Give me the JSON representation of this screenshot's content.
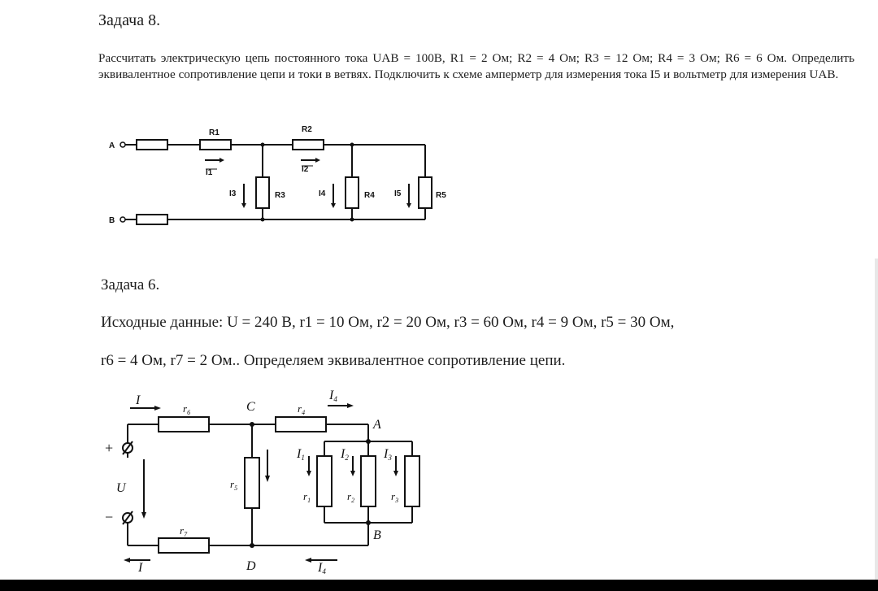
{
  "task8": {
    "title": "Задача 8.",
    "text": "Рассчитать электрическую цепь постоянного тока    UAB = 100В, R1 = 2 Ом; R2 = 4 Ом; R3 = 12 Ом; R4 = 3 Ом; R6 = 6 Ом. Определить эквивалентное сопротивление цепи и токи в ветвях. Подключить к схеме амперметр для измерения тока I5 и  вольтметр для измерения UAB.",
    "circuit": {
      "node_a": "A",
      "node_b": "B",
      "r1": "R1",
      "r2": "R2",
      "r3": "R3",
      "r4": "R4",
      "r5": "R5",
      "i1": "I1",
      "i2": "I2",
      "i3": "I3",
      "i4": "I4",
      "i5": "I5"
    }
  },
  "task6": {
    "title": "Задача 6.",
    "text_line1": "Исходные данные: U = 240 В, r1 = 10 Ом, r2 = 20 Ом, r3 = 60 Ом, r4 = 9 Ом, r5 = 30 Ом,",
    "text_line2": "r6 = 4 Ом, r7 = 2 Ом.. Определяем эквивалентное сопротивление цепи.",
    "circuit": {
      "i": "I",
      "i_bottom": "I",
      "r6": "r",
      "r6_sub": "6",
      "r4": "r",
      "r4_sub": "4",
      "i4": "I",
      "i4_sub": "4",
      "i4_bottom": "I",
      "i4_bottom_sub": "4",
      "node_c": "C",
      "node_a": "A",
      "node_b": "B",
      "node_d": "D",
      "plus": "+",
      "minus": "−",
      "u": "U",
      "r5": "r",
      "r5_sub": "5",
      "r7": "r",
      "r7_sub": "7",
      "i1": "I",
      "i1_sub": "1",
      "i2": "I",
      "i2_sub": "2",
      "i3": "I",
      "i3_sub": "3",
      "r1": "r",
      "r1_sub": "1",
      "r2": "r",
      "r2_sub": "2",
      "r3": "r",
      "r3_sub": "3"
    }
  }
}
